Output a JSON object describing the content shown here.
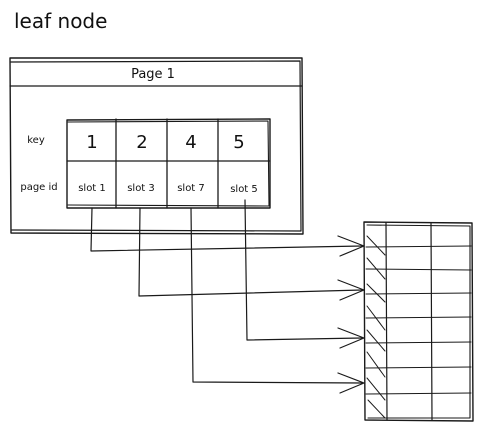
{
  "title": "leaf node",
  "page": {
    "label": "Page 1"
  },
  "table": {
    "row_labels": {
      "key": "key",
      "page_id": "page id"
    },
    "entries": [
      {
        "key": "1",
        "slot": "slot 1"
      },
      {
        "key": "2",
        "slot": "slot 3"
      },
      {
        "key": "4",
        "slot": "slot 7"
      },
      {
        "key": "5",
        "slot": "slot 5"
      }
    ]
  }
}
